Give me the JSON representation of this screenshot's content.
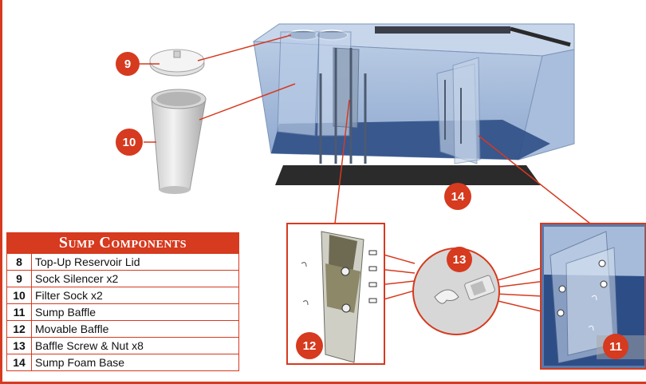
{
  "callouts": {
    "c9": "9",
    "c10": "10",
    "c11": "11",
    "c12": "12",
    "c13": "13",
    "c14": "14"
  },
  "components": {
    "title": "Sump Components",
    "items": [
      {
        "num": "8",
        "label": "Top-Up Reservoir Lid"
      },
      {
        "num": "9",
        "label": "Sock Silencer x2"
      },
      {
        "num": "10",
        "label": "Filter Sock x2"
      },
      {
        "num": "11",
        "label": "Sump Baffle"
      },
      {
        "num": "12",
        "label": "Movable Baffle"
      },
      {
        "num": "13",
        "label": "Baffle Screw & Nut x8"
      },
      {
        "num": "14",
        "label": "Sump Foam Base"
      }
    ]
  },
  "colors": {
    "accent": "#d63a1f",
    "glass": "#9fb8d8",
    "water": "#2f4f86",
    "foam": "#2b2b2b"
  }
}
